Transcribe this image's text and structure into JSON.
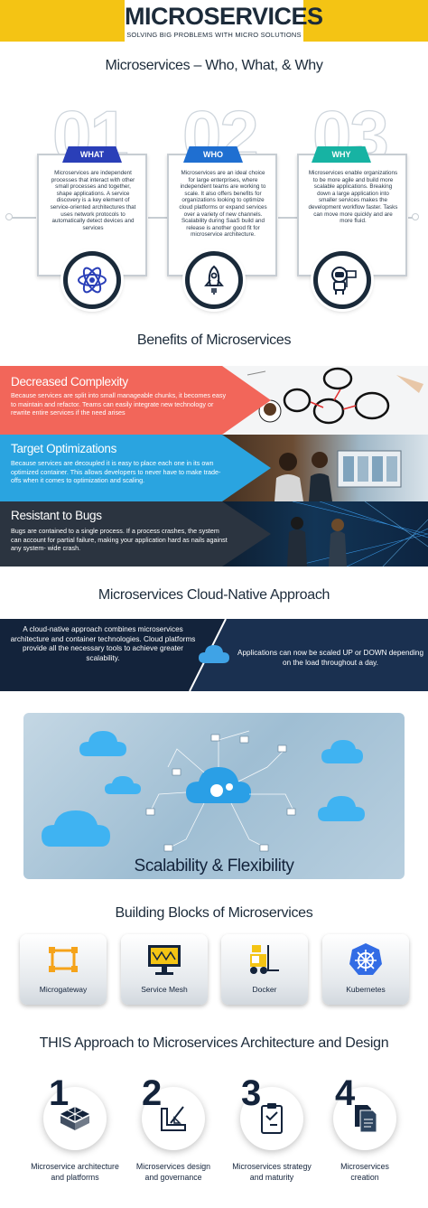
{
  "header": {
    "title": "MICROSERVICES",
    "subtitle": "SOLVING BIG PROBLEMS WITH MICRO SOLUTIONS"
  },
  "who_what_why": {
    "title": "Microservices – Who, What, & Why",
    "cards": [
      {
        "number": "01",
        "label": "WHAT",
        "text": "Microservices are independent processes that interact with other small processes and together, shape applications. A service discovery is a key element of service-oriented architectures that uses network protocols to automatically detect devices and services",
        "icon": "atom-icon",
        "color": "#2a3fb8"
      },
      {
        "number": "02",
        "label": "WHO",
        "text": "Microservices are an ideal choice for large enterprises, where independent teams are working to scale. It also offers benefits for organizations looking to optimize cloud platforms or expand services over a variety of new channels. Scalability during SaaS build and release is another good fit for microservice architecture.",
        "icon": "rocket-icon",
        "color": "#1f6fd1"
      },
      {
        "number": "03",
        "label": "WHY",
        "text": "Microservices enable organizations to be more agile and build more scalable applications. Breaking down a large application into smaller services makes the development workflow faster. Tasks can move more quickly and are more fluid.",
        "icon": "astronaut-icon",
        "color": "#17b3a3"
      }
    ]
  },
  "benefits": {
    "title": "Benefits of Microservices",
    "items": [
      {
        "title": "Decreased Complexity",
        "text": "Because services are split into small manageable chunks, it becomes easy to maintain and refactor. Teams can easily integrate new technology or rewrite entire services if the need arises",
        "color": "#f2665a"
      },
      {
        "title": "Target Optimizations",
        "text": "Because services are decoupled it is easy to place each one in its own optimized container. This allows developers to never have to make trade-offs when it comes to optimization and scaling.",
        "color": "#2aa4e0"
      },
      {
        "title": "Resistant to Bugs",
        "text": "Bugs are contained to a single process. If a process crashes, the system can account for partial failure, making your application hard as nails against any system- wide crash.",
        "color": "#2b3440"
      }
    ]
  },
  "cloud_native": {
    "title": "Microservices Cloud-Native Approach",
    "left_text": "A cloud-native approach combines microservices architecture and container technologies. Cloud platforms provide all the necessary tools to achieve greater scalability.",
    "right_text": "Applications can now be scaled UP or DOWN depending on the load throughout a day.",
    "scalability_title": "Scalability & Flexibility"
  },
  "building_blocks": {
    "title": "Building Blocks of Microservices",
    "items": [
      {
        "label": "Microgateway",
        "icon": "gateway-icon"
      },
      {
        "label": "Service Mesh",
        "icon": "mesh-monitor-icon"
      },
      {
        "label": "Docker",
        "icon": "forklift-icon"
      },
      {
        "label": "Kubernetes",
        "icon": "helm-wheel-icon"
      }
    ]
  },
  "approach": {
    "title": "THIS Approach to Microservices Architecture and Design",
    "items": [
      {
        "number": "1",
        "line1": "Microservice architecture",
        "line2": "and platforms",
        "icon": "blocks-icon"
      },
      {
        "number": "2",
        "line1": "Microservices design",
        "line2": "and governance",
        "icon": "design-tools-icon"
      },
      {
        "number": "3",
        "line1": "Microservices strategy",
        "line2": "and maturity",
        "icon": "clipboard-icon"
      },
      {
        "number": "4",
        "line1": "Microservices",
        "line2": "creation",
        "icon": "documents-icon"
      }
    ]
  }
}
